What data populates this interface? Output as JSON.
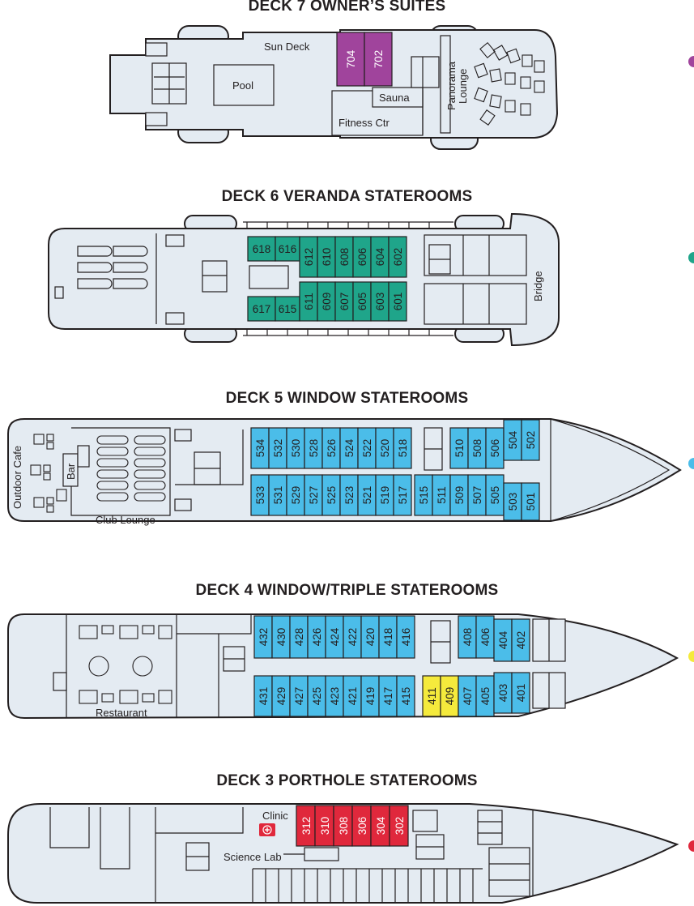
{
  "colors": {
    "owner_suite": "#a0449c",
    "veranda": "#1fa58a",
    "window": "#4bbde9",
    "triple": "#f5ea3c",
    "porthole": "#e0283c",
    "hull_fill": "#e4ebf2",
    "outline": "#231f20"
  },
  "decks": [
    {
      "id": "deck7",
      "title": "DECK 7 OWNER’S SUITES",
      "labels": [
        "Sun Deck",
        "Pool",
        "Sauna",
        "Fitness Ctr",
        "Panorama",
        "Lounge"
      ],
      "cabins": [
        "704",
        "702"
      ],
      "legend_dot": "owner_suite"
    },
    {
      "id": "deck6",
      "title": "DECK 6 VERANDA STATEROOMS",
      "labels": [
        "Bridge"
      ],
      "cabins_top": [
        "618",
        "616",
        "612",
        "610",
        "608",
        "606",
        "604",
        "602"
      ],
      "cabins_bottom": [
        "617",
        "615",
        "611",
        "609",
        "607",
        "605",
        "603",
        "601"
      ],
      "legend_dot": "veranda"
    },
    {
      "id": "deck5",
      "title": "DECK 5 WINDOW STATEROOMS",
      "labels": [
        "Outdoor Cafe",
        "Bar",
        "Club Lounge"
      ],
      "cabins_top": [
        "534",
        "532",
        "530",
        "528",
        "526",
        "524",
        "522",
        "520",
        "518",
        "510",
        "508",
        "506",
        "504",
        "502"
      ],
      "cabins_bottom": [
        "533",
        "531",
        "529",
        "527",
        "525",
        "523",
        "521",
        "519",
        "517",
        "515",
        "511",
        "509",
        "507",
        "505",
        "503",
        "501"
      ],
      "legend_dot": "window"
    },
    {
      "id": "deck4",
      "title": "DECK 4 WINDOW/TRIPLE STATEROOMS",
      "labels": [
        "Restaurant"
      ],
      "cabins_top": [
        "432",
        "430",
        "428",
        "426",
        "424",
        "422",
        "420",
        "418",
        "416",
        "408",
        "406",
        "404",
        "402"
      ],
      "cabins_bottom": [
        "431",
        "429",
        "427",
        "425",
        "423",
        "421",
        "419",
        "417",
        "415",
        "411",
        "409",
        "407",
        "405",
        "403",
        "401"
      ],
      "triple_cabins": [
        "411",
        "409"
      ],
      "legend_dot": "triple"
    },
    {
      "id": "deck3",
      "title": "DECK 3 PORTHOLE STATEROOMS",
      "labels": [
        "Clinic",
        "Science Lab"
      ],
      "cabins": [
        "312",
        "310",
        "308",
        "306",
        "304",
        "302"
      ],
      "legend_dot": "porthole"
    }
  ]
}
